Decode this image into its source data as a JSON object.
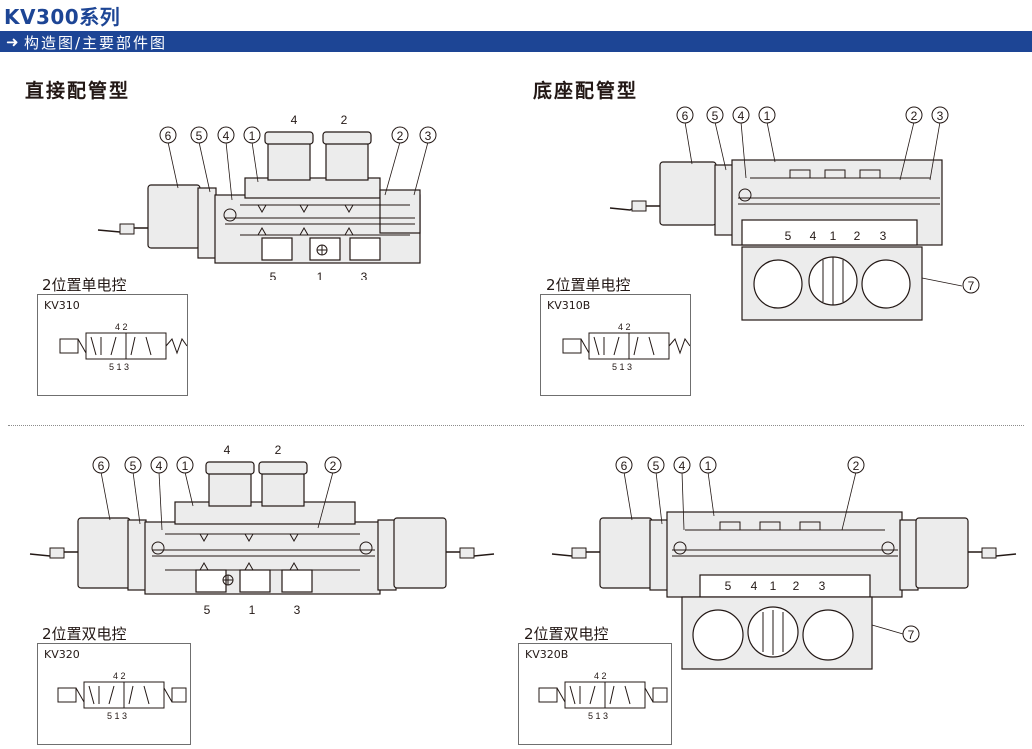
{
  "header": {
    "title": "KV300系列",
    "section": "构造图/主要部件图"
  },
  "piping": {
    "direct": "直接配管型",
    "base": "底座配管型"
  },
  "panels": {
    "p1": {
      "callouts": [
        "6",
        "5",
        "4",
        "1",
        "2",
        "3"
      ],
      "ports_top": [
        "4",
        "2"
      ],
      "ports_bottom": [
        "5",
        "1",
        "3"
      ],
      "caption": "2位置单电控",
      "model": "KV310",
      "sym_top": "4 2",
      "sym_bottom": "5 1 3"
    },
    "p2": {
      "callouts": [
        "6",
        "5",
        "4",
        "1",
        "2",
        "3",
        "7"
      ],
      "ports_inline": [
        "5",
        "4",
        "1",
        "2",
        "3"
      ],
      "caption": "2位置单电控",
      "model": "KV310B",
      "sym_top": "4 2",
      "sym_bottom": "5 1 3"
    },
    "p3": {
      "callouts": [
        "6",
        "5",
        "4",
        "1",
        "2"
      ],
      "ports_top": [
        "4",
        "2"
      ],
      "ports_bottom": [
        "5",
        "1",
        "3"
      ],
      "caption": "2位置双电控",
      "model": "KV320",
      "sym_top": "4 2",
      "sym_bottom": "5 1 3"
    },
    "p4": {
      "callouts": [
        "6",
        "5",
        "4",
        "1",
        "2",
        "7"
      ],
      "ports_inline": [
        "5",
        "4",
        "1",
        "2",
        "3"
      ],
      "caption": "2位置双电控",
      "model": "KV320B",
      "sym_top": "4 2",
      "sym_bottom": "5 1 3"
    }
  },
  "colors": {
    "brand_blue": "#1d4595",
    "line": "#231815",
    "fill": "#ececec"
  }
}
